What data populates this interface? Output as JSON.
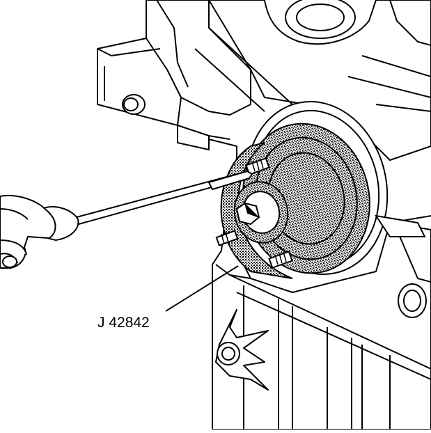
{
  "figure": {
    "callout_label": "J 42842"
  },
  "colors": {
    "line": "#000000",
    "fill": "#ffffff",
    "tool_shading": "#8c8c8c"
  },
  "icons": [
    "engine-block-illustration",
    "crankshaft-seal-installer-tool",
    "screwdriver-icon",
    "hand-icon"
  ]
}
